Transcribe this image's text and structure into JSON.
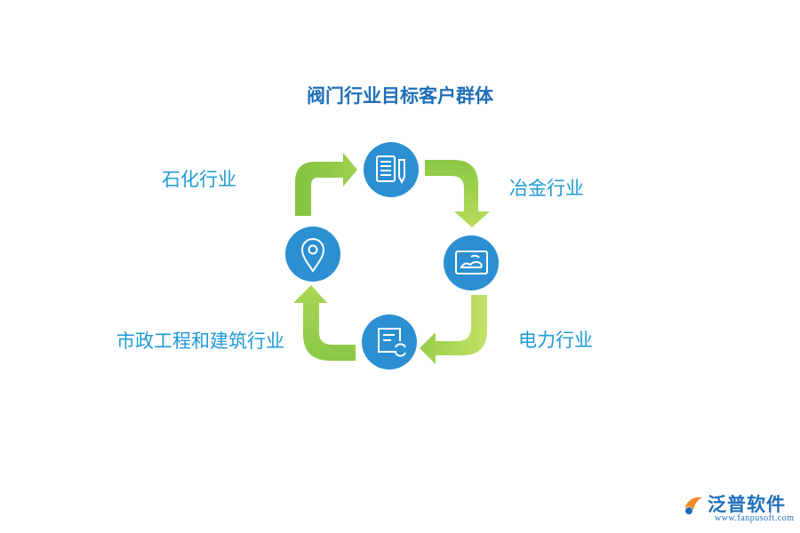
{
  "title": "阀门行业目标客户群体",
  "nodes": [
    {
      "label": "石化行业",
      "icon": "document-pencil-icon"
    },
    {
      "label": "冶金行业",
      "icon": "image-frame-icon"
    },
    {
      "label": "电力行业",
      "icon": "document-refresh-icon"
    },
    {
      "label": "市政工程和建筑行业",
      "icon": "location-pin-icon"
    }
  ],
  "logo": {
    "name": "泛普软件",
    "url": "www.fanpusoft.com"
  },
  "colors": {
    "title": "#1f6fb8",
    "label": "#1e9ad6",
    "circle": "#2c8fd1",
    "arrow_light": "#b8dc5a",
    "arrow_dark": "#82c341",
    "logo_orange": "#f08a24",
    "logo_blue": "#1e6fba"
  }
}
